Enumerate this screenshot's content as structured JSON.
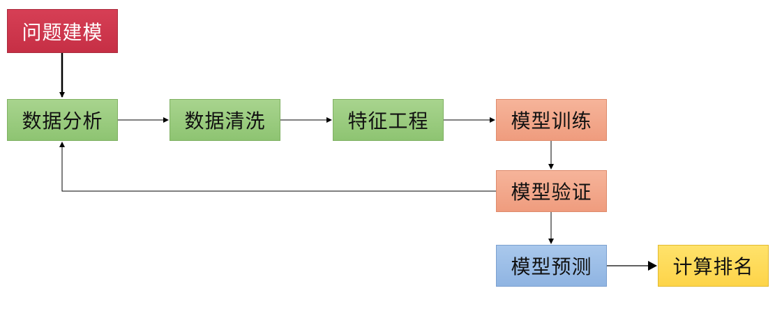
{
  "diagram": {
    "nodes": {
      "problem_modeling": "问题建模",
      "data_analysis": "数据分析",
      "data_cleaning": "数据清洗",
      "feature_engineering": "特征工程",
      "model_training": "模型训练",
      "model_validation": "模型验证",
      "model_prediction": "模型预测",
      "compute_ranking": "计算排名"
    },
    "colors": {
      "problem": "#c8344a",
      "green": "#9acd7e",
      "orange": "#f4a98c",
      "blue": "#9dbde8",
      "yellow": "#fdd84f",
      "edge": "#000000"
    }
  }
}
